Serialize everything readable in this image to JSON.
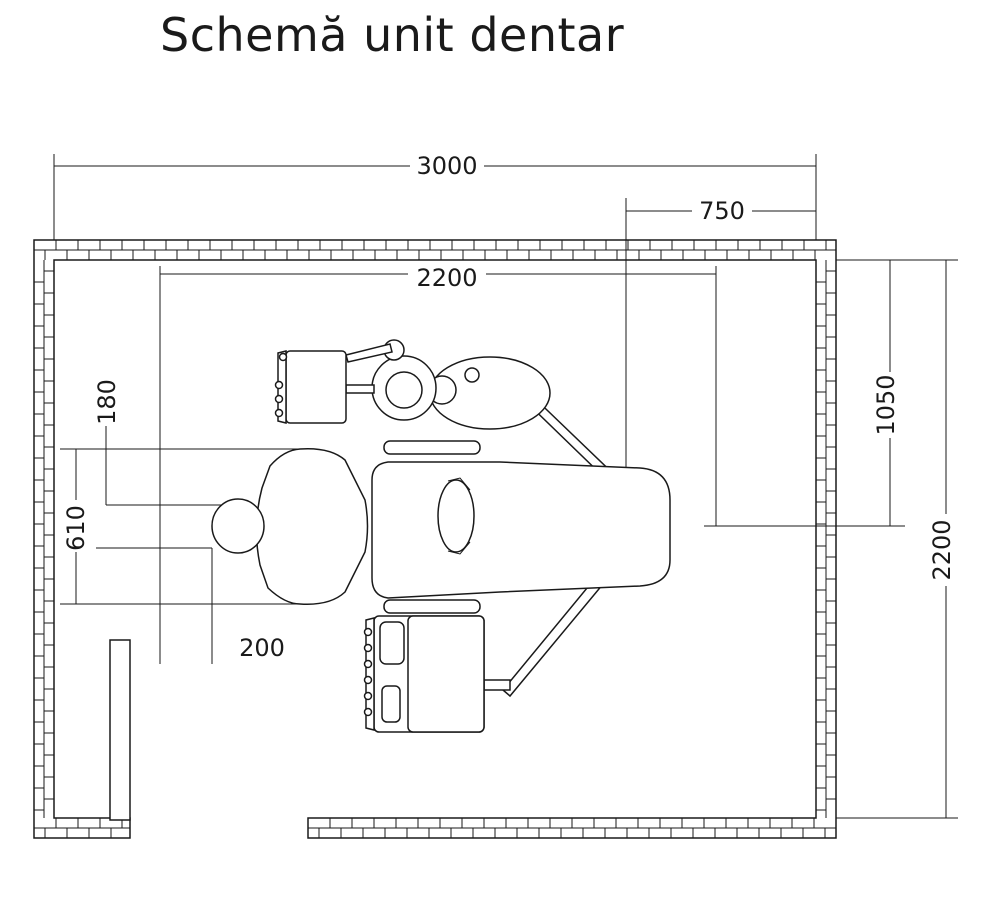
{
  "title": "Schemă unit dentar",
  "dimensions": {
    "total_width": "3000",
    "offset_right": "750",
    "inner_width": "2200",
    "right_offset_height": "1050",
    "total_height": "2200",
    "top_offset": "180",
    "headrest_width": "610",
    "headrest_depth": "200"
  }
}
